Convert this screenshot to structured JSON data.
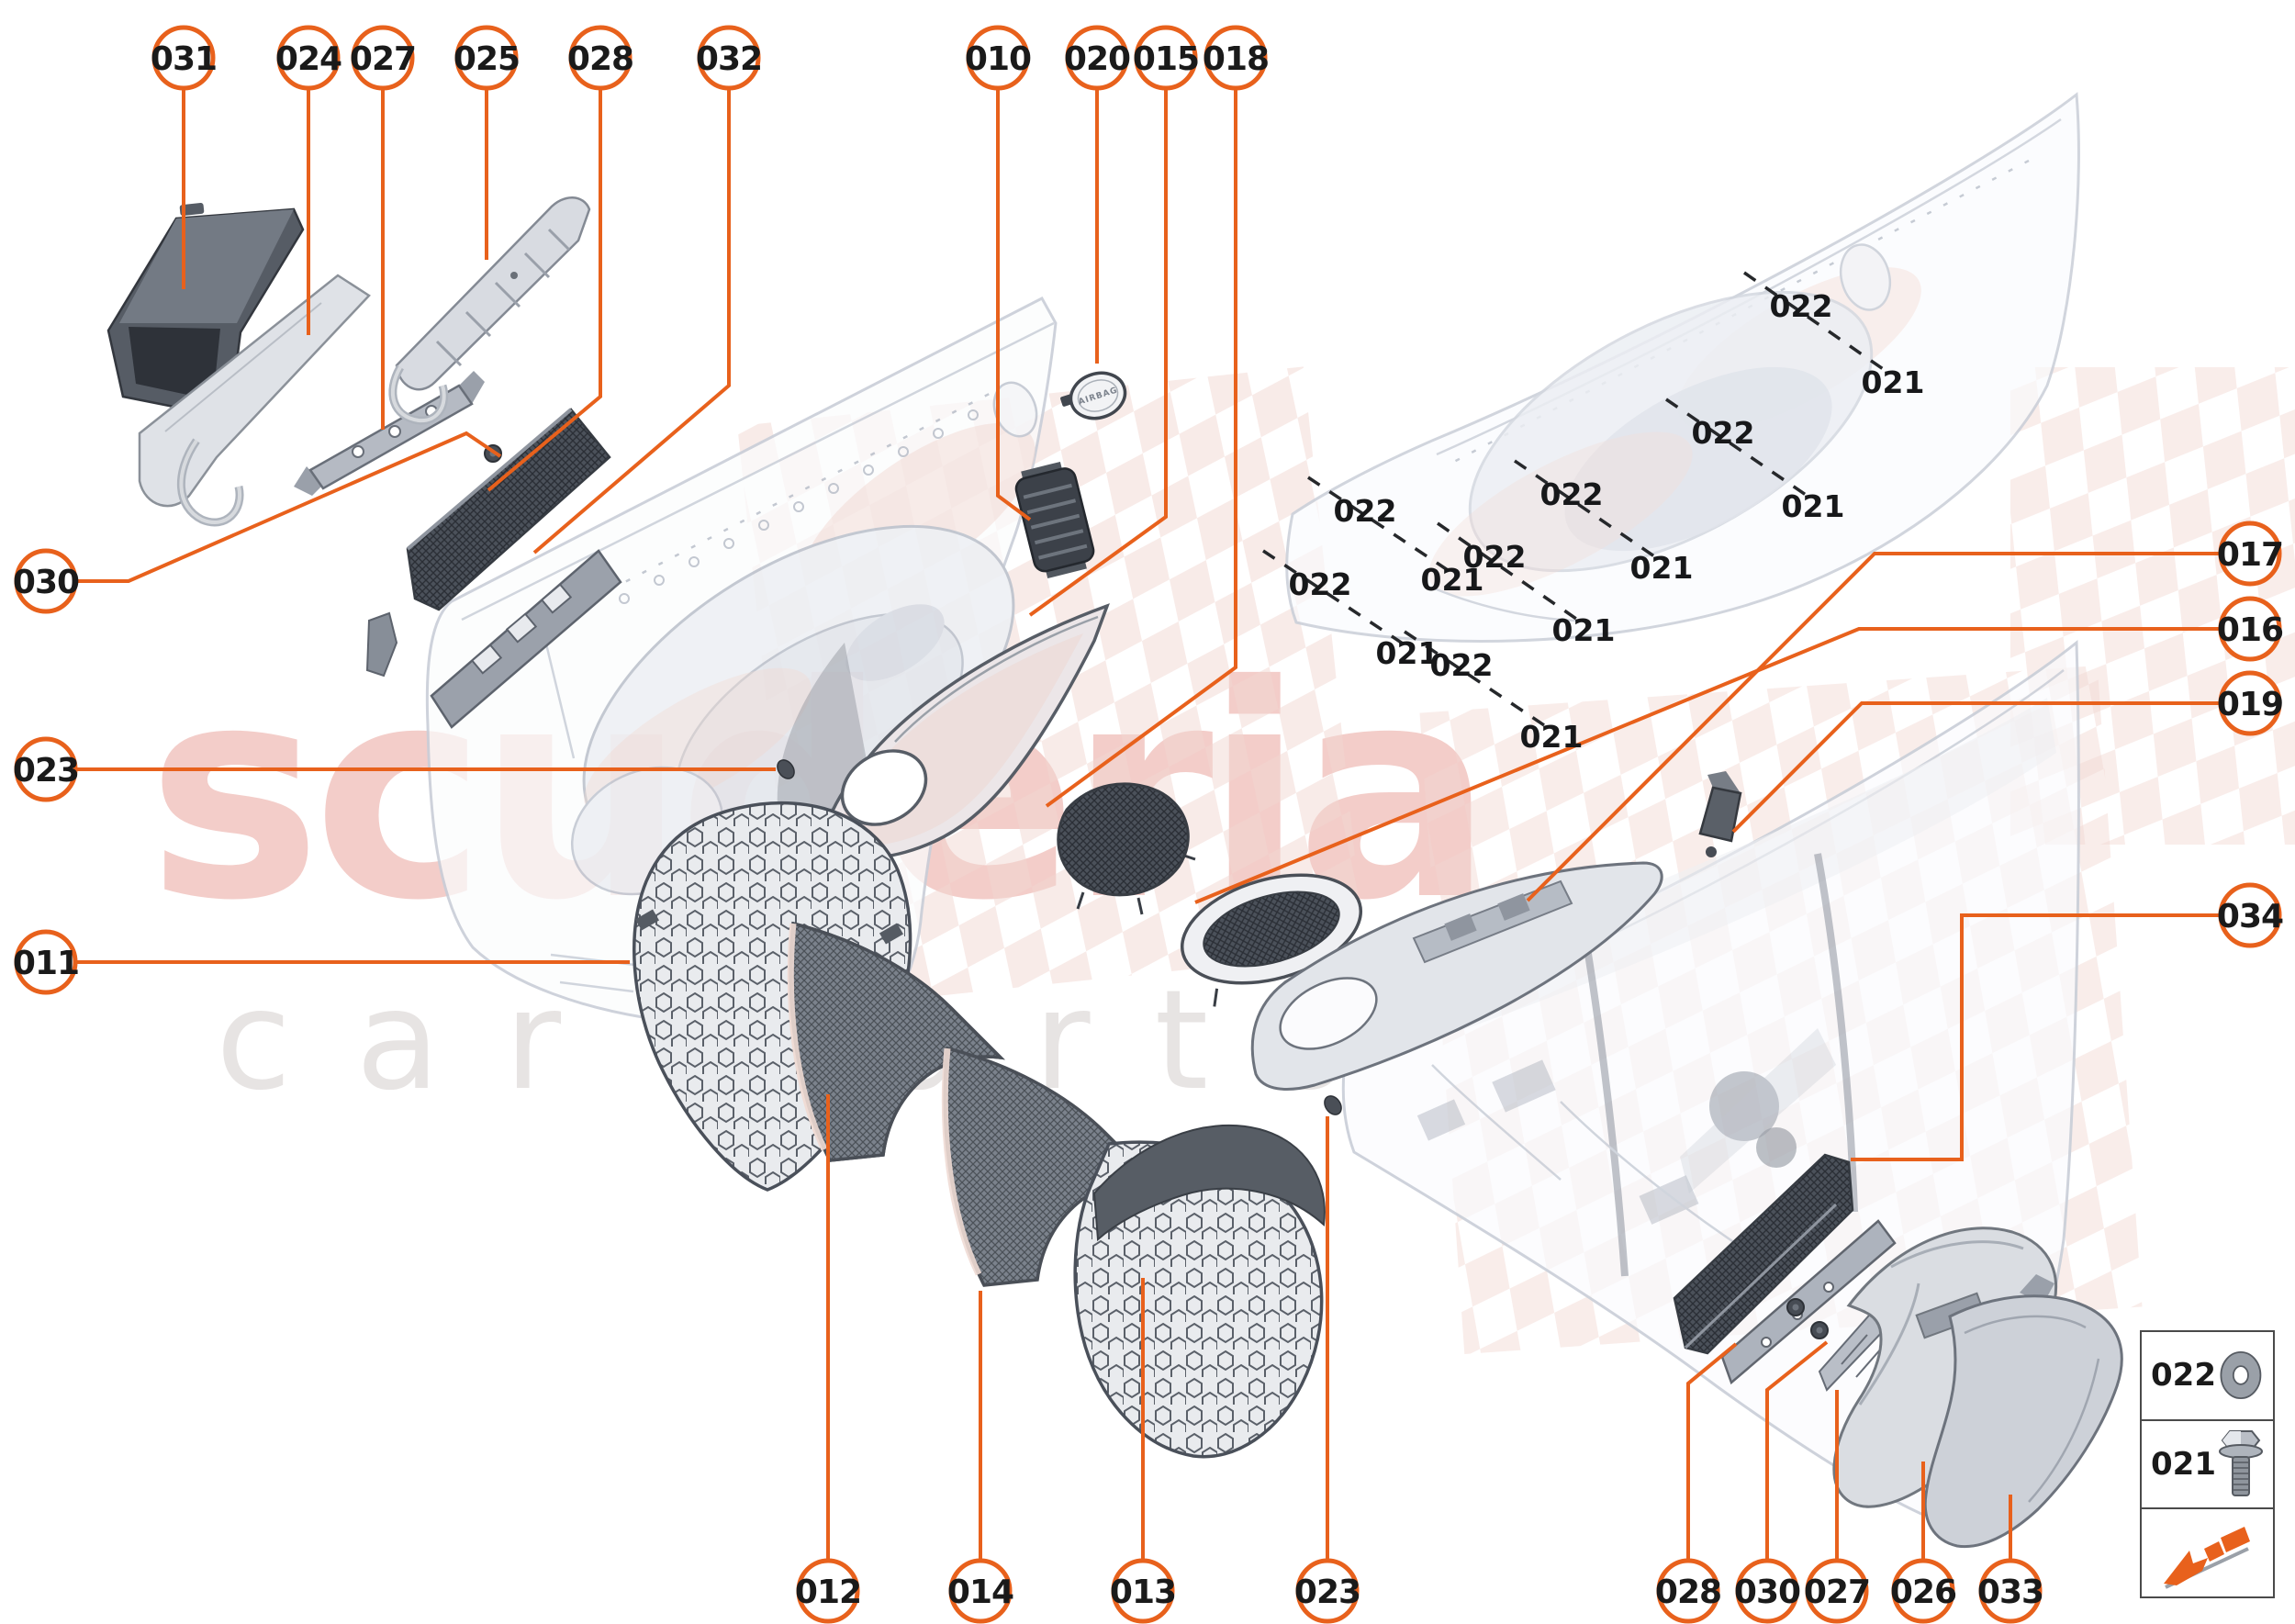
{
  "watermark": {
    "brand": "scuderia",
    "subtitle": "car parts"
  },
  "colors": {
    "accent": "#E8611C",
    "callout_text": "#1a1a1a",
    "watermark_red": "#d44a3a",
    "checker_pink": "#f1d6d1"
  },
  "badge": {
    "text": "AIRBAG"
  },
  "callouts": {
    "top": [
      {
        "id": "031"
      },
      {
        "id": "024"
      },
      {
        "id": "027"
      },
      {
        "id": "025"
      },
      {
        "id": "028"
      },
      {
        "id": "032"
      },
      {
        "id": "010"
      },
      {
        "id": "020"
      },
      {
        "id": "015"
      },
      {
        "id": "018"
      }
    ],
    "left": [
      {
        "id": "030"
      },
      {
        "id": "023"
      },
      {
        "id": "011"
      }
    ],
    "right": [
      {
        "id": "017"
      },
      {
        "id": "016"
      },
      {
        "id": "019"
      },
      {
        "id": "034"
      }
    ],
    "bottom": [
      {
        "id": "012"
      },
      {
        "id": "014"
      },
      {
        "id": "013"
      },
      {
        "id": "023"
      },
      {
        "id": "028"
      },
      {
        "id": "030"
      },
      {
        "id": "027"
      },
      {
        "id": "026"
      },
      {
        "id": "033"
      }
    ]
  },
  "fasteners": {
    "pairs": [
      {
        "washer": "022",
        "bolt": "021"
      },
      {
        "washer": "022",
        "bolt": "021"
      },
      {
        "washer": "022",
        "bolt": "021"
      },
      {
        "washer": "022",
        "bolt": "021"
      },
      {
        "washer": "022",
        "bolt": "021"
      },
      {
        "washer": "022",
        "bolt": "021"
      },
      {
        "washer": "022",
        "bolt": "021"
      }
    ]
  },
  "legend": {
    "rows": [
      {
        "id": "022",
        "icon": "washer-icon"
      },
      {
        "id": "021",
        "icon": "flange-bolt-icon"
      },
      {
        "id": "",
        "icon": "delivery-arrow-icon"
      }
    ]
  }
}
